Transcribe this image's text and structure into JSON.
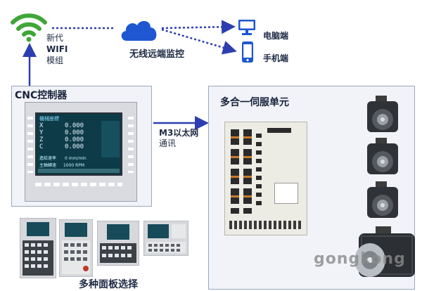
{
  "wifi": {
    "line1": "新代",
    "line2": "WIFI",
    "line3": "模组"
  },
  "cloud": {
    "label": "无线远端监控"
  },
  "devices": {
    "pc_label": "电脑端",
    "phone_label": "手机端"
  },
  "cnc": {
    "title": "CNC控制器",
    "screen_heading": "機械座標",
    "axes": [
      "X",
      "Y",
      "Z",
      "C"
    ],
    "values": [
      "0.000",
      "0.000",
      "0.000",
      "0.000"
    ],
    "feed_label": "進給速率",
    "feed_value": "0",
    "feed_unit": "mm/min",
    "spindle_label": "主軸轉速",
    "spindle_value": "1000",
    "spindle_unit": "RPM"
  },
  "link": {
    "line1": "M3以太网",
    "line2": "通讯"
  },
  "servo": {
    "title": "多合一伺服单元"
  },
  "panels": {
    "caption": "多种面板选择"
  },
  "watermark": "gongkong",
  "colors": {
    "accent": "#2d3fb0",
    "box_border": "#9aa7bd",
    "box_fill": "#f1f3f8",
    "cloud": "#1f56d1",
    "wifi": "#3fa637"
  }
}
